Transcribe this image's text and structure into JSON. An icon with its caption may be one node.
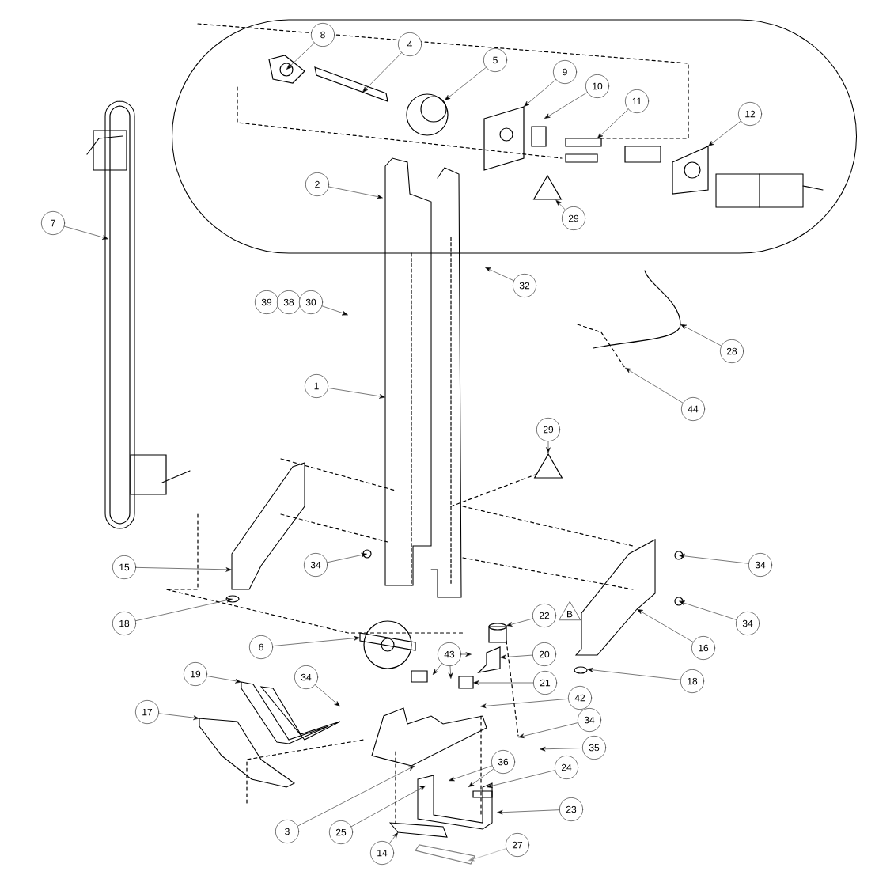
{
  "diagram": {
    "nodes": [
      {
        "text": [
          "8"
        ]
      },
      {
        "text": [
          "4"
        ]
      },
      {
        "text": [
          "5"
        ]
      },
      {
        "text": [
          "9"
        ]
      },
      {
        "text": [
          "10"
        ]
      },
      {
        "text": [
          "11"
        ]
      },
      {
        "text": [
          "12"
        ]
      },
      {
        "text": [
          "2"
        ]
      },
      {
        "text": [],
        "shape": "triangle"
      },
      {
        "text": [
          "29"
        ]
      },
      {
        "text": [
          "7"
        ]
      },
      {
        "text": [
          "32"
        ]
      },
      {
        "text": [
          "39"
        ]
      },
      {
        "text": [
          "38"
        ]
      },
      {
        "text": [
          "30"
        ]
      },
      {
        "text": [
          "28"
        ]
      },
      {
        "text": [
          "1"
        ]
      },
      {
        "text": [
          "44"
        ]
      },
      {
        "text": [
          "29"
        ]
      },
      {
        "text": [],
        "shape": "triangle"
      },
      {
        "text": [
          "15"
        ]
      },
      {
        "text": [
          "34"
        ]
      },
      {
        "text": [
          "34"
        ]
      },
      {
        "text": [
          "22"
        ]
      },
      {
        "text": [
          "B"
        ]
      },
      {
        "text": [
          "18"
        ]
      },
      {
        "text": [
          "34"
        ]
      },
      {
        "text": [
          "6"
        ]
      },
      {
        "text": [
          "16"
        ]
      },
      {
        "text": [
          "43"
        ]
      },
      {
        "text": [
          "20"
        ]
      },
      {
        "text": [
          "19"
        ]
      },
      {
        "text": [
          "34"
        ]
      },
      {
        "text": [
          "18"
        ]
      },
      {
        "text": [
          "21"
        ]
      },
      {
        "text": [
          "42"
        ]
      },
      {
        "text": [
          "17"
        ]
      },
      {
        "text": [
          "34"
        ]
      },
      {
        "text": [
          "35"
        ]
      },
      {
        "text": [
          "36"
        ]
      },
      {
        "text": [
          "24"
        ]
      },
      {
        "text": [
          "23"
        ]
      },
      {
        "text": [
          "3"
        ]
      },
      {
        "text": [
          "25"
        ]
      },
      {
        "text": [
          "14"
        ]
      },
      {
        "text": [
          "27"
        ]
      }
    ],
    "edges": [
      {
        "from": 0,
        "to": null,
        "arrow": "to"
      },
      {
        "from": 1,
        "to": null,
        "arrow": "to"
      },
      {
        "from": 2,
        "to": null,
        "arrow": "to"
      },
      {
        "from": 3,
        "to": null,
        "arrow": "to"
      },
      {
        "from": 4,
        "to": null,
        "arrow": "to"
      },
      {
        "from": 5,
        "to": null,
        "arrow": "to"
      },
      {
        "from": 6,
        "to": null,
        "arrow": "to"
      },
      {
        "from": 7,
        "to": null,
        "arrow": "to"
      },
      {
        "from": 9,
        "to": 8,
        "arrow": "to"
      },
      {
        "from": 10,
        "to": null,
        "arrow": "to"
      },
      {
        "from": 11,
        "to": null,
        "arrow": "to"
      },
      {
        "from": 14,
        "to": null,
        "arrow": "to"
      },
      {
        "from": 15,
        "to": null,
        "arrow": "to"
      },
      {
        "from": 16,
        "to": null,
        "arrow": "to"
      },
      {
        "from": 17,
        "to": null,
        "arrow": "to"
      },
      {
        "from": 18,
        "to": 19,
        "arrow": "to"
      },
      {
        "from": 20,
        "to": null,
        "arrow": "to"
      },
      {
        "from": 21,
        "to": null,
        "arrow": "to"
      },
      {
        "from": 22,
        "to": null,
        "arrow": "to"
      },
      {
        "from": 23,
        "to": null,
        "arrow": "to"
      },
      {
        "from": 25,
        "to": null,
        "arrow": "to"
      },
      {
        "from": 26,
        "to": null,
        "arrow": "to"
      },
      {
        "from": 27,
        "to": null,
        "arrow": "to"
      },
      {
        "from": 28,
        "to": null,
        "arrow": "to"
      },
      {
        "from": 29,
        "to": null,
        "arrow": "to"
      },
      {
        "from": 29,
        "to": null,
        "arrow": "to"
      },
      {
        "from": 29,
        "to": null,
        "arrow": "to"
      },
      {
        "from": 30,
        "to": null,
        "arrow": "to"
      },
      {
        "from": 31,
        "to": null,
        "arrow": "to"
      },
      {
        "from": 32,
        "to": null,
        "arrow": "to"
      },
      {
        "from": 33,
        "to": null,
        "arrow": "to"
      },
      {
        "from": 34,
        "to": null,
        "arrow": "to"
      },
      {
        "from": 35,
        "to": null,
        "arrow": "to"
      },
      {
        "from": 36,
        "to": null,
        "arrow": "to"
      },
      {
        "from": 37,
        "to": null,
        "arrow": "to"
      },
      {
        "from": 38,
        "to": null,
        "arrow": "to"
      },
      {
        "from": 39,
        "to": null,
        "arrow": "to"
      },
      {
        "from": 39,
        "to": null,
        "arrow": "to"
      },
      {
        "from": 40,
        "to": null,
        "arrow": "to"
      },
      {
        "from": 41,
        "to": null,
        "arrow": "to"
      },
      {
        "from": 42,
        "to": null,
        "arrow": "to"
      },
      {
        "from": 43,
        "to": null,
        "arrow": "to"
      },
      {
        "from": 44,
        "to": null,
        "arrow": "to"
      },
      {
        "from": 45,
        "to": null,
        "arrow": "to",
        "color": "#888888"
      }
    ]
  }
}
